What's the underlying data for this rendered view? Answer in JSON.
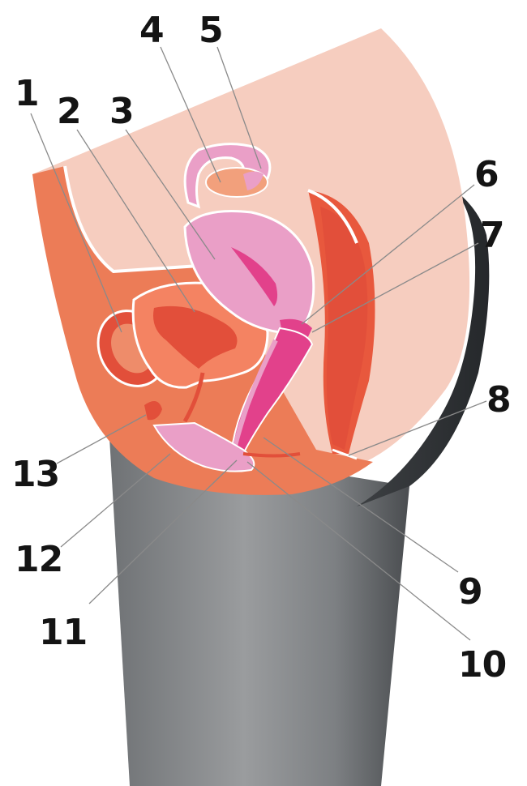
{
  "labels": [
    {
      "id": "1",
      "text": "1"
    },
    {
      "id": "2",
      "text": "2"
    },
    {
      "id": "3",
      "text": "3"
    },
    {
      "id": "4",
      "text": "4"
    },
    {
      "id": "5",
      "text": "5"
    },
    {
      "id": "6",
      "text": "6"
    },
    {
      "id": "7",
      "text": "7"
    },
    {
      "id": "8",
      "text": "8"
    },
    {
      "id": "9",
      "text": "9"
    },
    {
      "id": "10",
      "text": "10"
    },
    {
      "id": "11",
      "text": "11"
    },
    {
      "id": "12",
      "text": "12"
    },
    {
      "id": "13",
      "text": "13"
    }
  ],
  "colors": {
    "skin": "#f6cdbf",
    "pelvic_wall": "#ec7c57",
    "rectum": "#e24f3a",
    "uterus": "#ea9fc7",
    "vagina": "#e2418b",
    "bladder": "#f48362",
    "ovary": "#f2a07c",
    "thigh": "#7a7d80",
    "leader": "#8a8a8a",
    "label": "#141414"
  }
}
